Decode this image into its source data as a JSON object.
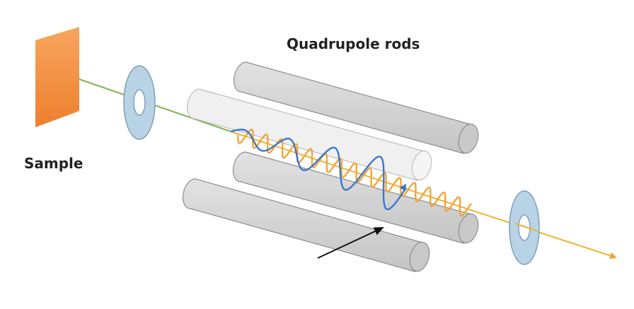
{
  "labels": {
    "rods": "Quadrupole rods",
    "sample": "Sample"
  },
  "colors": {
    "background": "#ffffff",
    "sample_light": "#f7a65e",
    "sample_dark": "#ee7f2e",
    "ring_fill": "#b9d3e6",
    "ring_stroke": "#7f9fb7",
    "rod_fill": "#d2d2d2",
    "rod_stroke": "#8d8d8d",
    "front_rod_fill": "#efefef",
    "front_rod_stroke": "#b8b8b8",
    "beam_entry": "#7bb552",
    "beam_main": "#f2b233",
    "resonant_ion": "#f0a53a",
    "unstable_ion": "#3a78cc",
    "arrow": "#111111"
  },
  "icons": [
    "sample-plate",
    "ion-lens-ring",
    "quadrupole-rod",
    "ion-trajectory",
    "pointer-arrow"
  ]
}
